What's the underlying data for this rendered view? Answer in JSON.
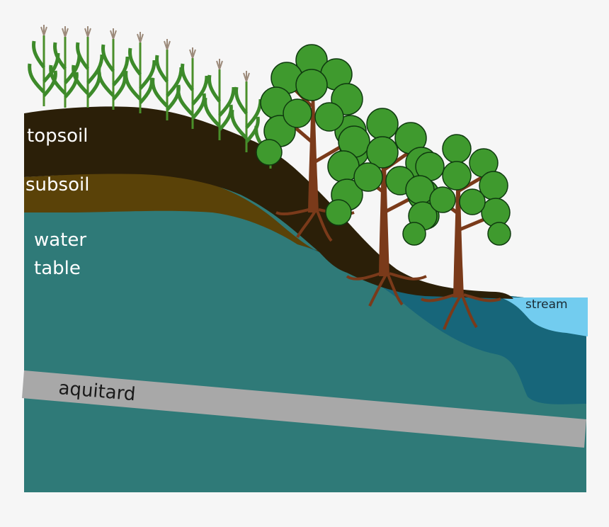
{
  "labels": {
    "topsoil": "topsoil",
    "subsoil": "subsoil",
    "water_table_line1": "water",
    "water_table_line2": "table",
    "aquitard": "aquitard",
    "stream": "stream"
  },
  "colors": {
    "background": "#f6f6f6",
    "groundwater": "#2f7a78",
    "saturated_zone_near_stream": "#17667a",
    "topsoil": "#2b1f08",
    "subsoil": "#5a4208",
    "aquitard": "#a8a8a8",
    "stream": "#72ccef",
    "tree_trunk": "#7a3a1a",
    "tree_leaves": "#3f9a2e",
    "corn": "#3d8a2a"
  },
  "icons": [
    "corn-plant-icon",
    "tree-icon"
  ]
}
